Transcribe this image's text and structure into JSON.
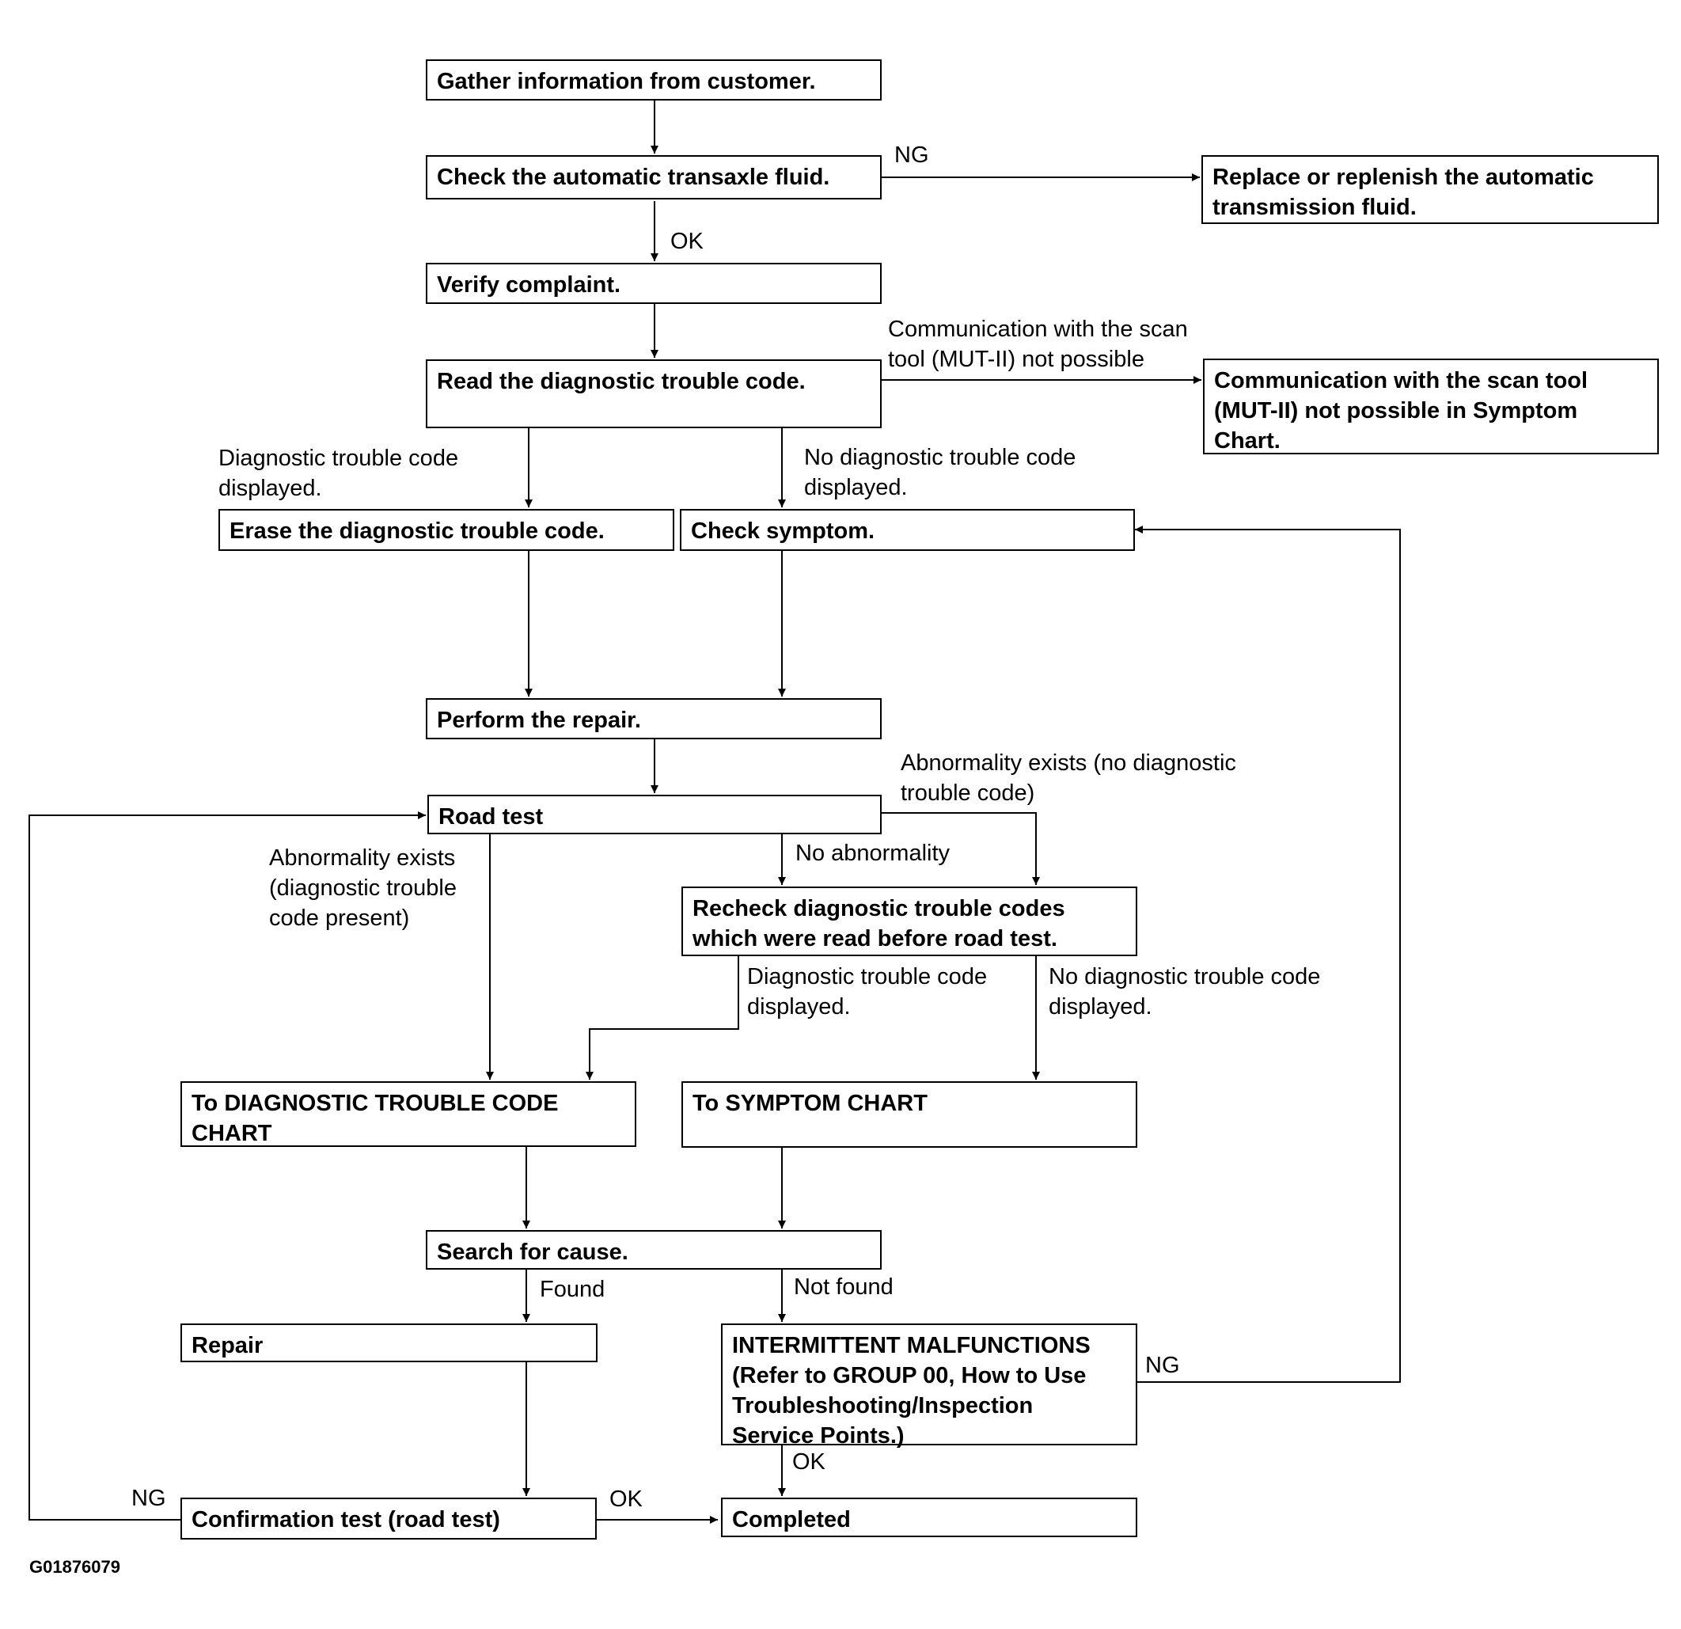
{
  "nodes": {
    "gather": "Gather information from customer.",
    "check_fluid": "Check the automatic transaxle fluid.",
    "replace_fluid": "Replace or replenish the automatic\ntransmission fluid.",
    "verify": "Verify complaint.",
    "read_dtc": "Read the diagnostic trouble code.",
    "comm_symptom": "Communication with the scan tool\n(MUT-II) not possible in Symptom\nChart.",
    "erase_dtc": "Erase the diagnostic trouble code.",
    "check_symptom": "Check symptom.",
    "perform_repair": "Perform the repair.",
    "road_test": "Road test",
    "recheck": "Recheck diagnostic trouble codes\nwhich were read before road test.",
    "to_dtc_chart": "To DIAGNOSTIC TROUBLE CODE\nCHART",
    "to_symptom_chart": "To SYMPTOM CHART",
    "search_cause": "Search for cause.",
    "repair": "Repair",
    "intermittent": "INTERMITTENT MALFUNCTIONS\n(Refer to GROUP 00, How to Use\nTroubleshooting/Inspection\nService Points.)",
    "confirmation": "Confirmation test (road test)",
    "completed": "Completed"
  },
  "labels": {
    "ng_fluid": "NG",
    "ok_fluid": "OK",
    "comm_not_possible": "Communication with the scan\ntool (MUT-II) not possible",
    "dtc_displayed": "Diagnostic trouble code\ndisplayed.",
    "no_dtc_displayed": "No diagnostic trouble code\ndisplayed.",
    "abnormality_no_dtc": "Abnormality exists (no diagnostic\ntrouble code)",
    "abnormality_dtc": "Abnormality exists\n(diagnostic trouble\ncode present)",
    "no_abnormality": "No abnormality",
    "recheck_dtc_displayed": "Diagnostic trouble code\ndisplayed.",
    "recheck_no_dtc_displayed": "No diagnostic trouble code\ndisplayed.",
    "found": "Found",
    "not_found": "Not found",
    "ng_intermittent": "NG",
    "ok_intermittent": "OK",
    "ng_confirmation": "NG",
    "ok_confirmation": "OK"
  },
  "figure_code": "G01876079"
}
